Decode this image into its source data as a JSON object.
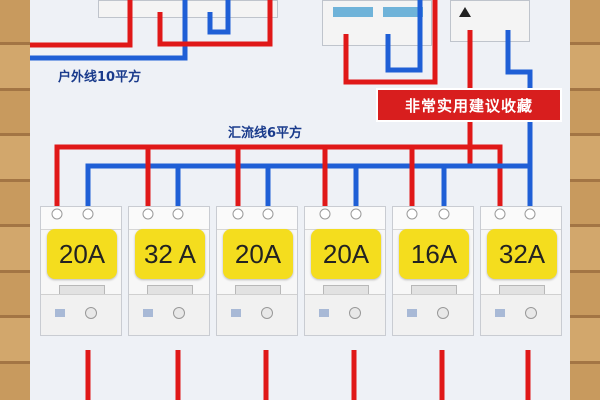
{
  "labels": {
    "outdoor_wire": "户外线10平方",
    "busbar_wire": "汇流线6平方",
    "banner": "非常实用建议收藏"
  },
  "breakers": [
    {
      "rating": "20A"
    },
    {
      "rating": "32 A"
    },
    {
      "rating": "20A"
    },
    {
      "rating": "20A"
    },
    {
      "rating": "16A"
    },
    {
      "rating": "32A"
    }
  ],
  "colors": {
    "live_wire": "#e01818",
    "neutral_wire": "#1f5fd6",
    "rating_badge": "#f4dd1e",
    "banner_bg": "#d81e1e"
  }
}
